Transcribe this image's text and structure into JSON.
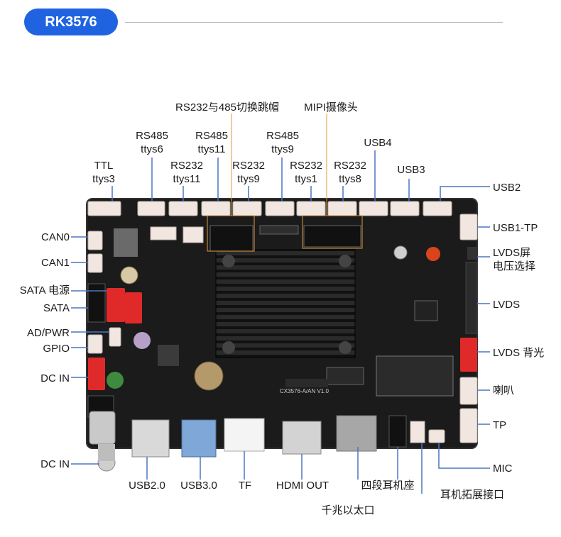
{
  "header": {
    "title": "RK3576"
  },
  "board": {
    "silkscreen": "CX3576-A/AN V1.0",
    "accent": "#1f63e0",
    "pcb_color": "#1b1b1b"
  },
  "labels": {
    "rs232_485_jumper": "RS232与485切换跳帽",
    "mipi_camera": "MIPI摄像头",
    "ttl": [
      "TTL",
      "ttys3"
    ],
    "rs485_ttys6": [
      "RS485",
      "ttys6"
    ],
    "rs232_ttys11": [
      "RS232",
      "ttys11"
    ],
    "rs485_ttys11": [
      "RS485",
      "ttys11"
    ],
    "rs232_ttys9": [
      "RS232",
      "ttys9"
    ],
    "rs485_ttys9": [
      "RS485",
      "ttys9"
    ],
    "rs232_ttys1": [
      "RS232",
      "ttys1"
    ],
    "rs232_ttys8": [
      "RS232",
      "ttys8"
    ],
    "usb4": "USB4",
    "usb3_top": "USB3",
    "usb2": "USB2",
    "usb1_tp": "USB1-TP",
    "lvds_voltage": [
      "LVDS屏",
      "电压选择"
    ],
    "lvds": "LVDS",
    "lvds_backlight": "LVDS 背光",
    "speaker": "喇叭",
    "tp": "TP",
    "mic": "MIC",
    "can0": "CAN0",
    "can1": "CAN1",
    "sata_power": "SATA 电源",
    "sata": "SATA",
    "ad_pwr": "AD/PWR",
    "gpio": "GPIO",
    "dc_in_1": "DC IN",
    "dc_in_2": "DC IN",
    "usb20": "USB2.0",
    "usb30": "USB3.0",
    "tf": "TF",
    "hdmi_out": "HDMI OUT",
    "audio_jack": "四段耳机座",
    "gigabit_ethernet": "千兆以太口",
    "earphone_ext": "耳机拓展接口"
  }
}
